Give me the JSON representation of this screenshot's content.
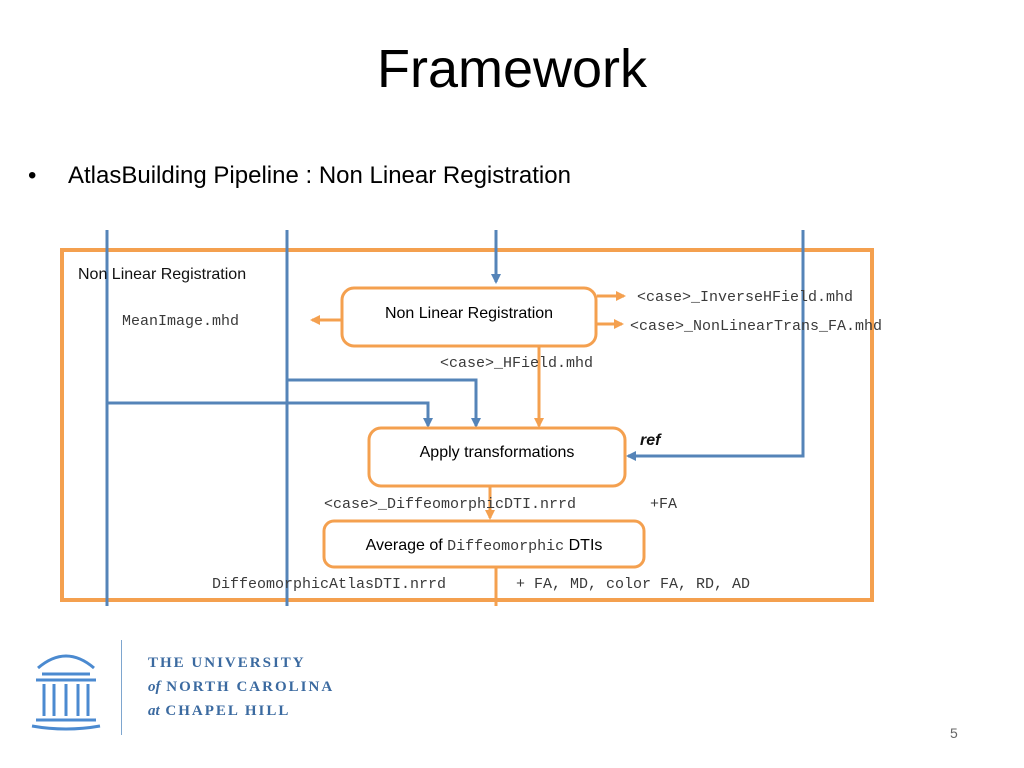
{
  "slide": {
    "title": "Framework",
    "bullet_symbol": "•",
    "bullet_text": "AtlasBuilding Pipeline : Non Linear Registration",
    "page_number": "5"
  },
  "diagram": {
    "frame_label": "Non Linear Registration",
    "mean_image": "MeanImage.mhd",
    "box_nonlinear": "Non Linear Registration",
    "out_inverse": "<case>_InverseHField.mhd",
    "out_nonlinear": "<case>_NonLinearTrans_FA.mhd",
    "out_hfield": "<case>_HField.mhd",
    "box_apply": "Apply transformations",
    "ref_label": "ref",
    "out_diffeo": "<case>_DiffeomorphicDTI.nrrd",
    "out_diffeo_fa": "+FA",
    "box_average_prefix": "Average of",
    "box_average_mono": "Diffeomorphic",
    "box_average_suffix": "DTIs",
    "out_atlas": "DiffeomorphicAtlasDTI.nrrd",
    "out_atlas_extra": "+ FA, MD, color FA, RD, AD",
    "colors": {
      "orange": "#f4a04f",
      "blue": "#5584b8"
    }
  },
  "logo": {
    "line1": "THE UNIVERSITY",
    "line2_italic": "of",
    "line2": "NORTH CAROLINA",
    "line3_italic": "at",
    "line3": "CHAPEL HILL",
    "icon": "old-well-icon"
  }
}
